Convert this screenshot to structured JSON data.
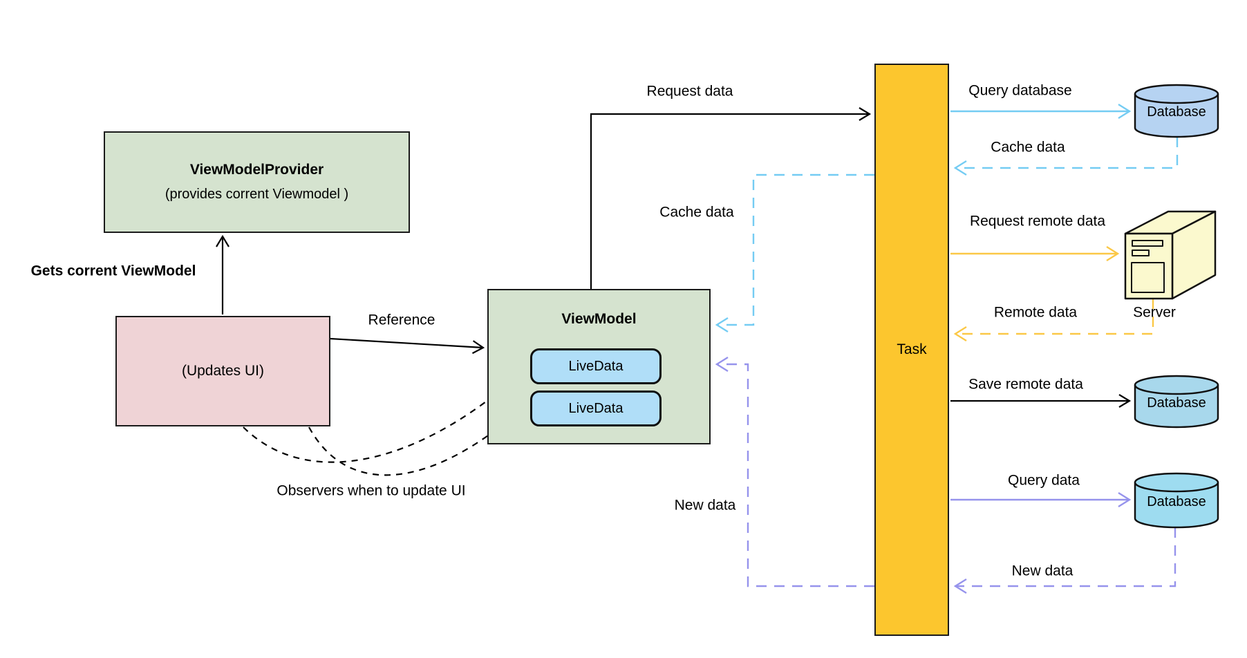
{
  "nodes": {
    "provider_title": "ViewModelProvider",
    "provider_subtitle": "(provides corrent Viewmodel )",
    "updates_ui": "(Updates UI)",
    "viewmodel_title": "ViewModel",
    "livedata_a": "LiveData",
    "livedata_b": "LiveData",
    "task": "Task",
    "database_top": "Database",
    "database_middle": "Database",
    "database_bottom": "Database",
    "server": "Server"
  },
  "edges": {
    "gets_current_viewmodel": "Gets corrent ViewModel",
    "reference": "Reference",
    "observers": "Observers when to update UI",
    "request_data": "Request data",
    "cache_data_left": "Cache data",
    "new_data_left": "New data",
    "query_database": "Query database",
    "cache_data_right": "Cache data",
    "request_remote_data": "Request remote data",
    "remote_data": "Remote data",
    "save_remote_data": "Save remote data",
    "query_data": "Query data",
    "new_data_right": "New data"
  },
  "colors": {
    "box_green": "#d5e3cf",
    "box_pink": "#efd3d6",
    "task_yellow": "#fcc62e",
    "livedata_blue": "#b0def8",
    "database_top_blue": "#b6d3f2",
    "database_middle_blue": "#a8d8ec",
    "database_bottom_blue": "#9edcf0",
    "server_yellow": "#fbf9ce",
    "arrow_sky": "#74ccf3",
    "arrow_yellow": "#fbc846",
    "arrow_purple": "#9693ec",
    "arrow_black": "#000000"
  }
}
